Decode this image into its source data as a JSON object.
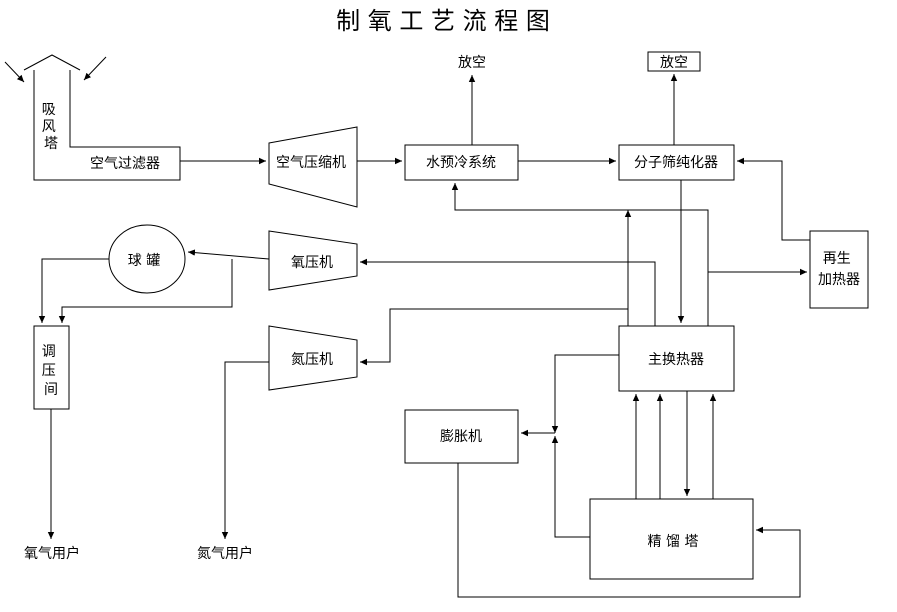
{
  "title": "制 氧 工 艺 流 程 图",
  "nodes": {
    "intake_tower": "吸风塔",
    "air_filter": "空气过滤器",
    "air_compressor": "空气压缩机",
    "water_precooler": "水预冷系统",
    "molecular_sieve": "分子筛纯化器",
    "vent_left": "放空",
    "vent_right": "放空",
    "regen_heater_1": "再生",
    "regen_heater_2": "加热器",
    "oxygen_compressor": "氧压机",
    "nitrogen_compressor": "氮压机",
    "spherical_tank": "球 罐",
    "pressure_room": "调压间",
    "main_heat_exchanger": "主换热器",
    "expander": "膨胀机",
    "rectification_tower": "精 馏 塔",
    "oxygen_users": "氧气用户",
    "nitrogen_users": "氮气用户"
  }
}
